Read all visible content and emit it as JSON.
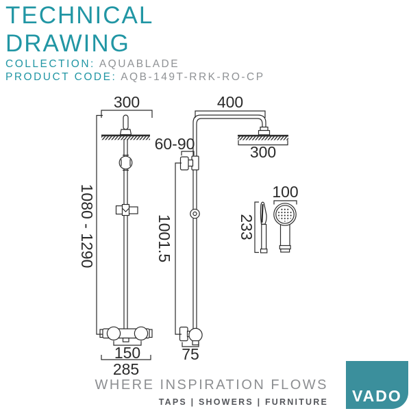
{
  "header": {
    "title_line1": "TECHNICAL",
    "title_line2": "DRAWING",
    "collection_label": "COLLECTION:",
    "collection_value": "AQUABLADE",
    "product_code_label": "PRODUCT CODE:",
    "product_code_value": "AQB-149T-RRK-RO-CP"
  },
  "drawing": {
    "side_view": {
      "head_width": "300",
      "height_range": "1080 - 1290",
      "valve_handle_centres": "150",
      "valve_width": "285"
    },
    "front_view": {
      "arm_projection": "400",
      "wall_bracket_depth": "60-90",
      "head_width": "300",
      "fixing_centres": "1001.5",
      "lower_bracket_depth": "75"
    },
    "handset": {
      "head_diameter": "100",
      "length": "233"
    }
  },
  "footer": {
    "tagline": "WHERE INSPIRATION FLOWS",
    "categories": "TAPS | SHOWERS | FURNITURE",
    "logo_text": "VADO"
  },
  "colors": {
    "accent_teal": "#2196A4",
    "logo_teal": "#3B8F9C",
    "value_gray": "#8F9295",
    "tagline_gray": "#8C8E91",
    "categories_gray": "#54565B",
    "line_color": "#2A2A2A"
  }
}
